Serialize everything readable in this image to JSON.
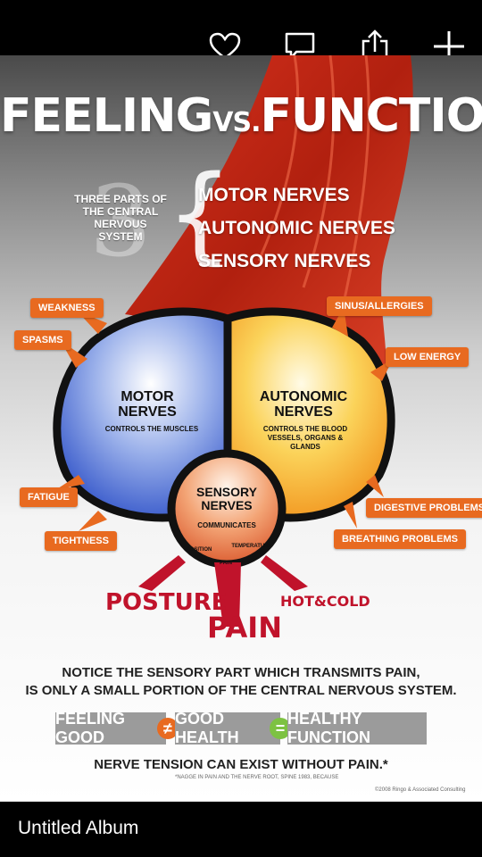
{
  "toolbar": {
    "icons": [
      "heart-icon",
      "comment-icon",
      "share-icon",
      "add-icon"
    ]
  },
  "poster": {
    "title_left": "FEELING",
    "title_vs": "VS.",
    "title_right": "FUNCTION",
    "three_number": "3",
    "three_parts_label": "THREE PARTS OF THE CENTRAL NERVOUS SYSTEM",
    "parts": [
      "MOTOR NERVES",
      "AUTONOMIC NERVES",
      "SENSORY NERVES"
    ],
    "motor": {
      "title": "MOTOR NERVES",
      "desc": "CONTROLS THE MUSCLES",
      "color": "#2a57d6"
    },
    "autonomic": {
      "title": "AUTONOMIC NERVES",
      "desc": "CONTROLS THE BLOOD VESSELS, ORGANS & GLANDS",
      "color": "#f2a21e"
    },
    "sensory": {
      "title": "SENSORY NERVES",
      "desc": "COMMUNICATES",
      "position": "POSITION",
      "temperature": "TEMPERATURE",
      "pain_small": "PAIN",
      "color": "#e0672e"
    },
    "symptoms_left": [
      "WEAKNESS",
      "SPASMS",
      "FATIGUE",
      "TIGHTNESS"
    ],
    "symptoms_right": [
      "SINUS/ALLERGIES",
      "LOW ENERGY",
      "DIGESTIVE PROBLEMS",
      "BREATHING PROBLEMS"
    ],
    "posture": "POSTURE",
    "pain": "PAIN",
    "hot_cold": "HOT&COLD",
    "notice_line1": "NOTICE THE SENSORY PART WHICH TRANSMITS PAIN,",
    "notice_line2": "IS ONLY A SMALL PORTION OF THE CENTRAL NERVOUS SYSTEM.",
    "feeling_good": "FEELING GOOD",
    "not_equal": "≠",
    "good_health": "GOOD HEALTH",
    "equals": "=",
    "healthy_function": "HEALTHY FUNCTION",
    "tension": "NERVE TENSION CAN EXIST WITHOUT PAIN.*",
    "footnote": "*NAGGE IN PAIN AND THE NERVE ROOT, SPINE 1983, BECAUSE",
    "credit": "©2008 Ringo & Associated Consulting",
    "accent": "#e86a20",
    "pain_red": "#c0132b"
  },
  "album": {
    "title": "Untitled Album"
  }
}
